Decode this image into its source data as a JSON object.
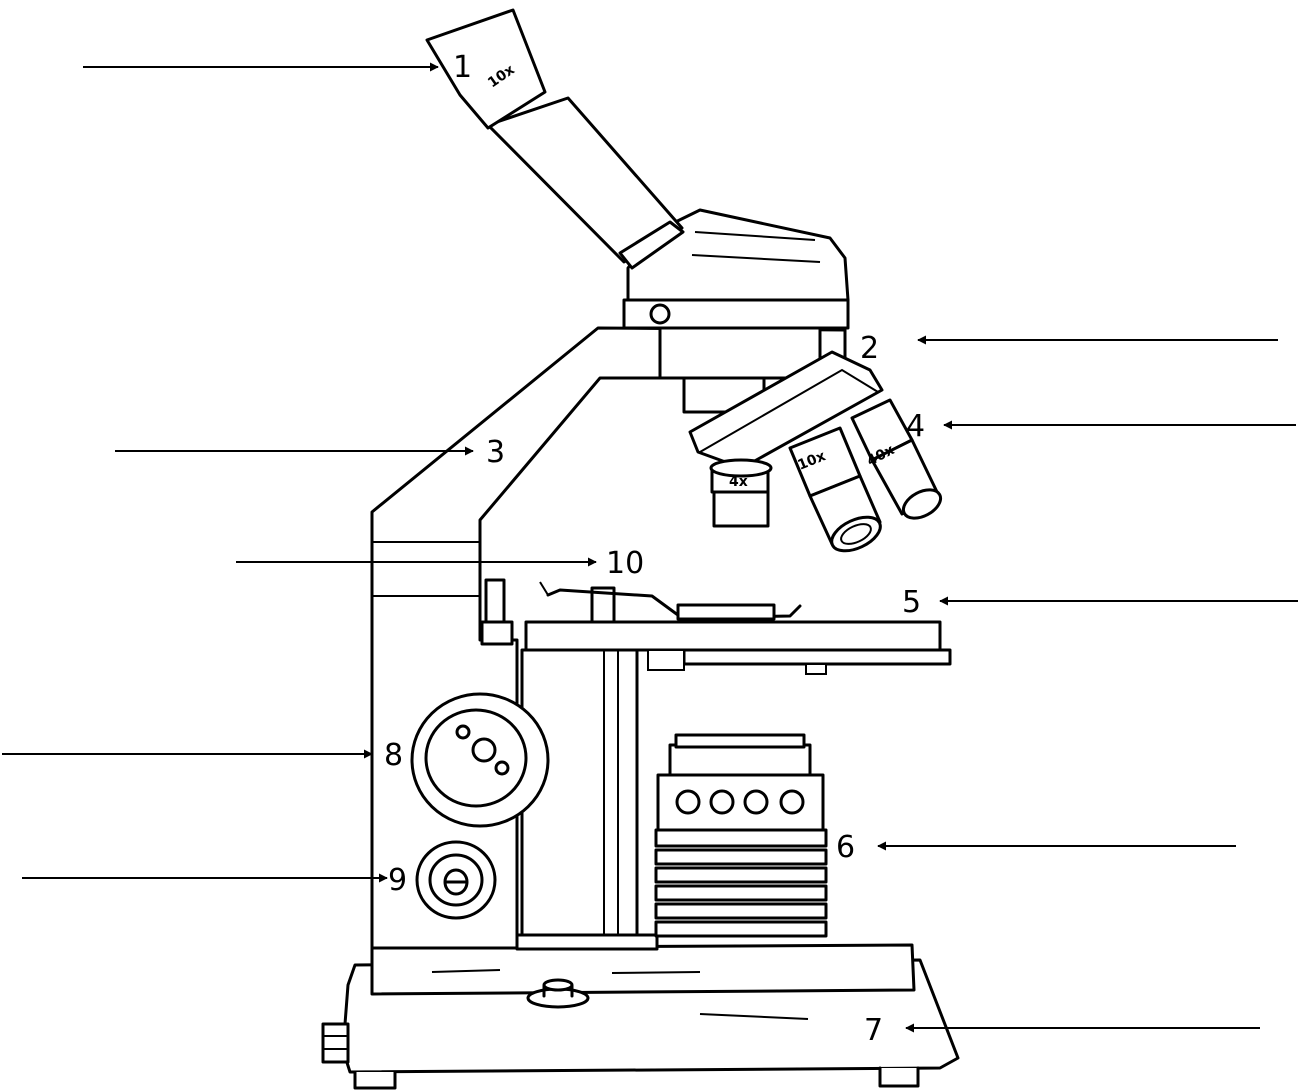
{
  "labels": [
    {
      "id": "1",
      "text": "1"
    },
    {
      "id": "2",
      "text": "2"
    },
    {
      "id": "3",
      "text": "3"
    },
    {
      "id": "4",
      "text": "4"
    },
    {
      "id": "5",
      "text": "5"
    },
    {
      "id": "6",
      "text": "6"
    },
    {
      "id": "7",
      "text": "7"
    },
    {
      "id": "8",
      "text": "8"
    },
    {
      "id": "9",
      "text": "9"
    },
    {
      "id": "10",
      "text": "10"
    }
  ],
  "magnifications": {
    "eyepiece": "10x",
    "objective_low": "4x",
    "objective_mid": "10x",
    "objective_high": "40x"
  }
}
